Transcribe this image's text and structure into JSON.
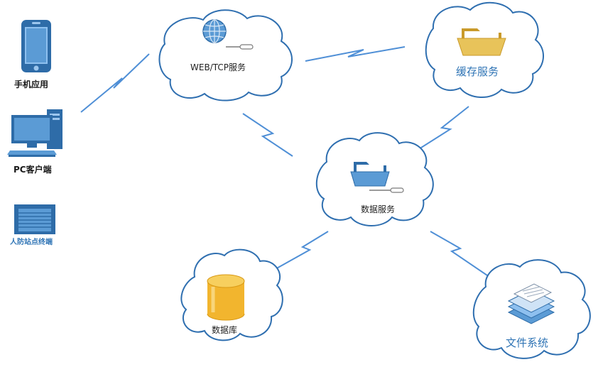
{
  "clients": {
    "mobile_label": "手机应用",
    "pc_label": "PC客户端",
    "terminal_label": "人防站点终端"
  },
  "nodes": {
    "web": "WEB/TCP服务",
    "cache": "缓存服务",
    "data": "数据服务",
    "database": "数据库",
    "files": "文件系统"
  },
  "colors": {
    "cloud_outline": "#2f6fb0",
    "link": "#4f8fd6",
    "device_blue": "#5b9bd5",
    "device_dark": "#2e6ca8",
    "folder_gold": "#e8c35a",
    "db_gold": "#f2b52e",
    "label_blue": "#2f74b5"
  }
}
